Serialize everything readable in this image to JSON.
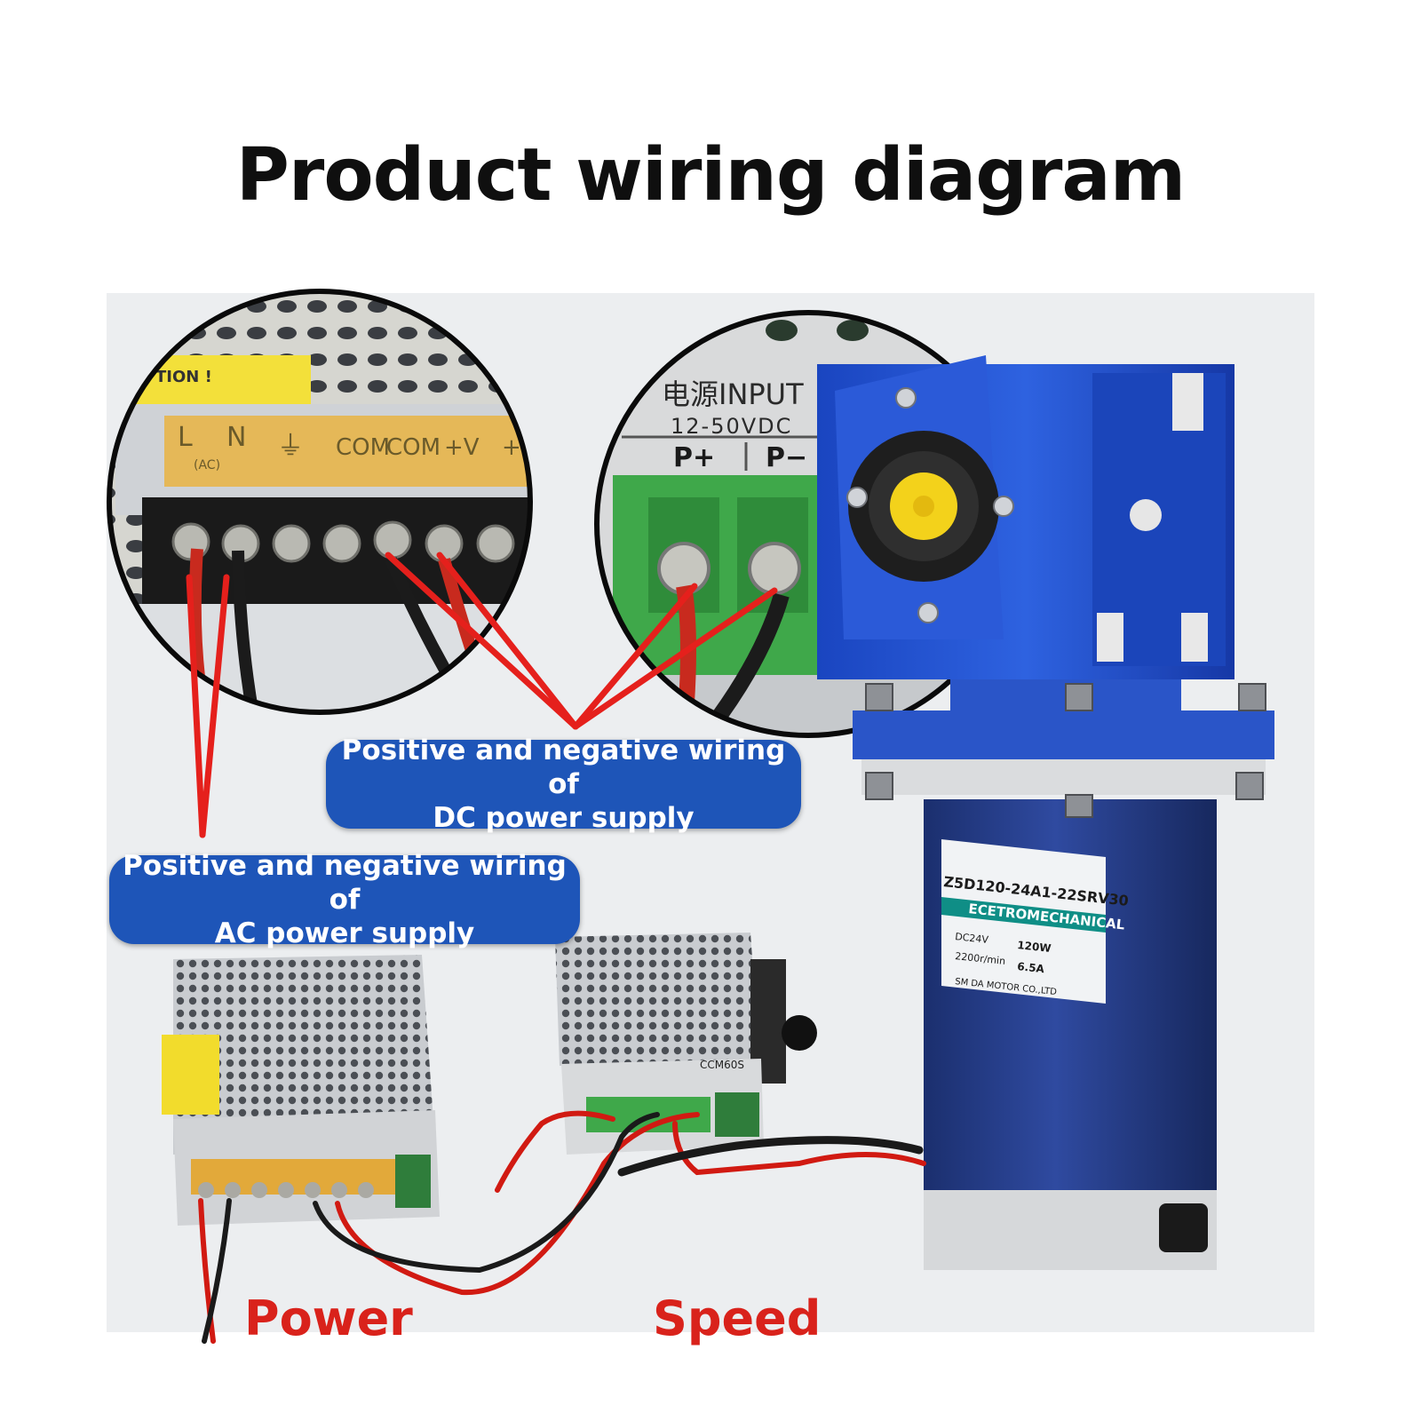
{
  "title": "Product wiring diagram",
  "callouts": {
    "dc_line1": "Positive and negative wiring of",
    "dc_line2": "DC power supply",
    "ac_line1": "Positive and negative wiring of",
    "ac_line2": "AC power supply"
  },
  "labels": {
    "power": "Power",
    "speed": "Speed"
  },
  "ac_terminal_block": {
    "caution": "TION !",
    "terminals": [
      "L",
      "N",
      "⏚",
      "COM",
      "COM",
      "+V",
      "+V"
    ],
    "ac_note": "(AC)"
  },
  "dc_terminal_block": {
    "header": "电源INPUT",
    "voltage": "12-50VDC",
    "terminals": [
      "P+",
      "P−"
    ]
  },
  "motor_label": {
    "model": "Z5D120-24A1-22SRV30",
    "brand": "ECETROMECHANICAL",
    "voltage": "DC24V",
    "power": "120W",
    "speed": "2200r/min",
    "current": "6.5A",
    "maker": "SM DA MOTOR CO.,LTD"
  },
  "controller": {
    "model": "CCM60S"
  },
  "colors": {
    "callout_blue": "#1e55b8",
    "wire_red": "#e5201c",
    "label_red": "#d9221b",
    "gearbox_blue": "#1f4fc8",
    "motor_navy": "#243d8c",
    "terminal_green": "#3fa84a",
    "tape_amber": "#e7b54a"
  }
}
